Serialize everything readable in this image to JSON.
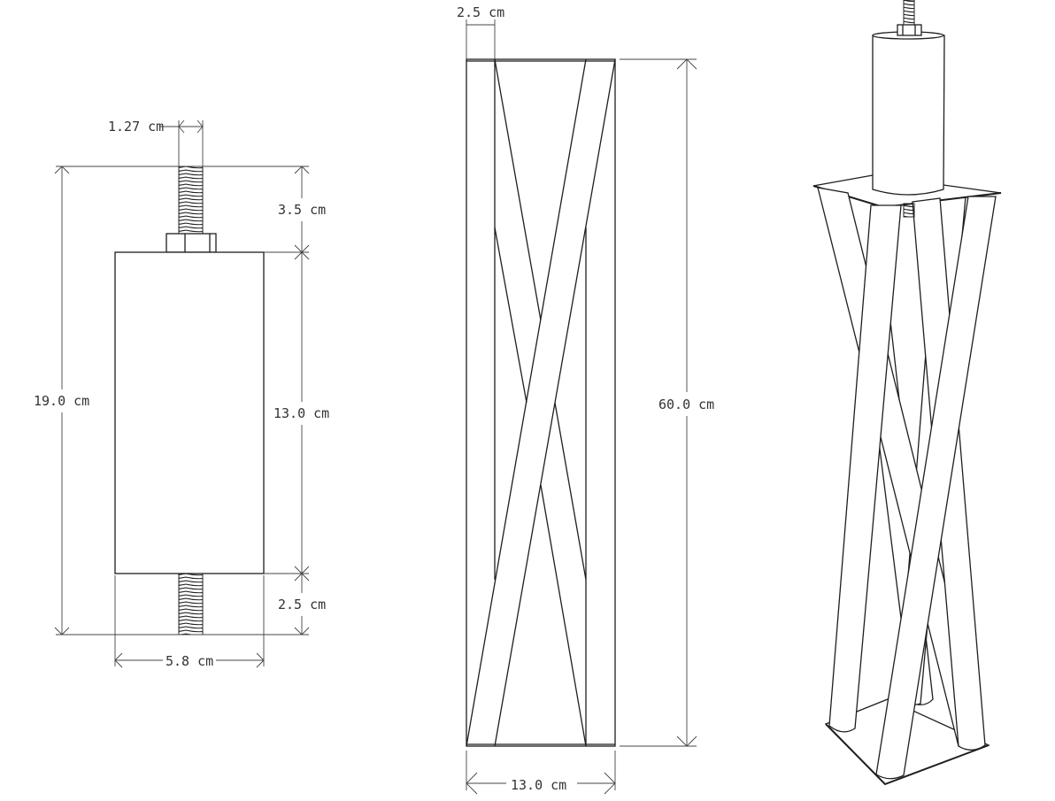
{
  "left_view": {
    "rod_diameter": "1.27 cm",
    "top_thread_length": "3.5 cm",
    "overall_height": "19.0 cm",
    "block_height": "13.0 cm",
    "bottom_thread_length": "2.5 cm",
    "block_width": "5.8 cm"
  },
  "middle_view": {
    "leg_width": "2.5 cm",
    "total_height": "60.0 cm",
    "base_width": "13.0 cm"
  },
  "colors": {
    "line": "#1e1e1e",
    "dimension_line": "#444444",
    "label": "#333333",
    "background": "#ffffff"
  }
}
